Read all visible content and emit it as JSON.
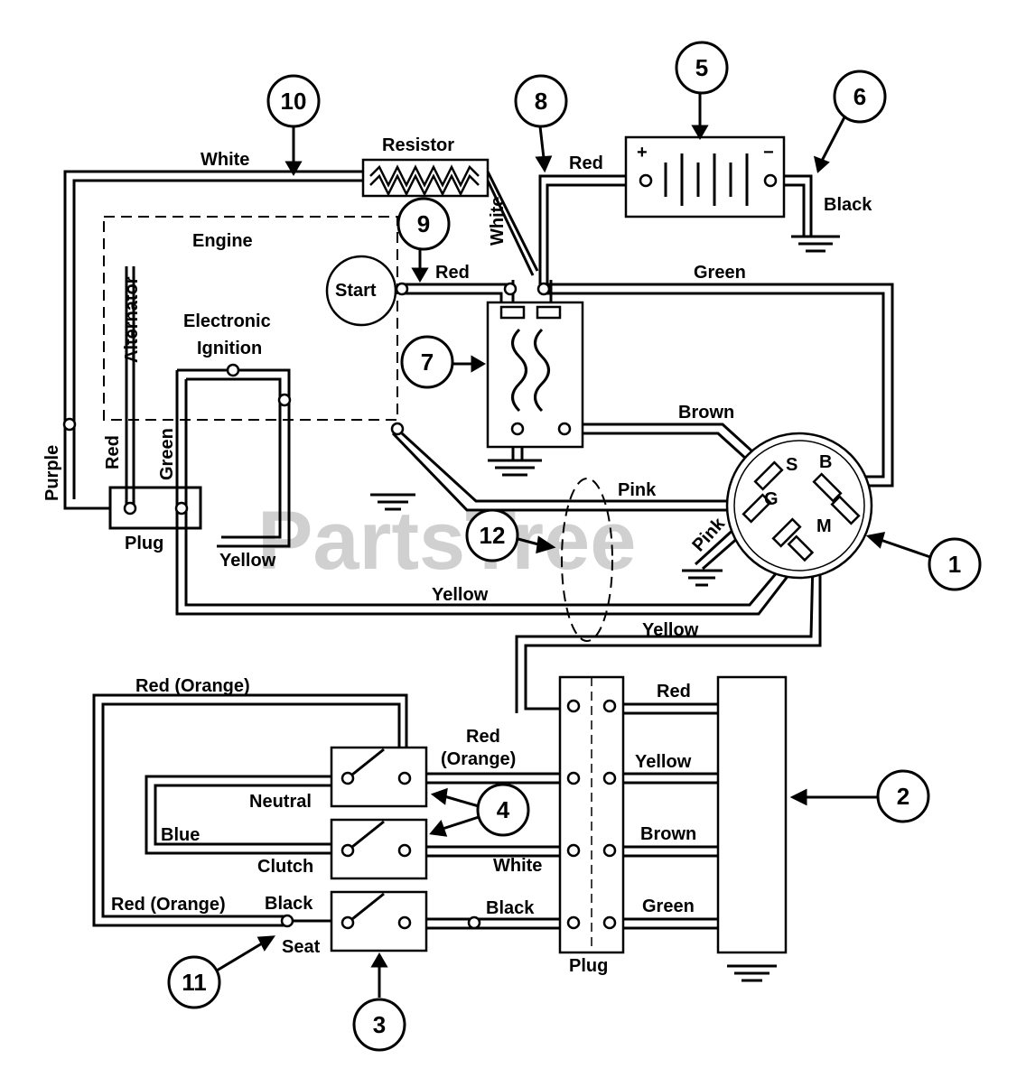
{
  "watermark": "PartsTree",
  "callouts": [
    "1",
    "2",
    "3",
    "4",
    "5",
    "6",
    "7",
    "8",
    "9",
    "10",
    "11",
    "12"
  ],
  "labels": {
    "white_top": "White",
    "resistor": "Resistor",
    "red_battery": "Red",
    "black_ground": "Black",
    "engine": "Engine",
    "white_vert": "White",
    "start": "Start",
    "red_start": "Red",
    "green_top": "Green",
    "electronic": "Electronic",
    "ignition": "Ignition",
    "alternator": "Alternator",
    "red_alt": "Red",
    "green_alt": "Green",
    "purple": "Purple",
    "plug_left": "Plug",
    "brown_top": "Brown",
    "pink_top": "Pink",
    "pink_diag": "Pink",
    "yellow_ign": "Yellow",
    "yellow_mid": "Yellow",
    "yellow_right": "Yellow",
    "key_s": "S",
    "key_b": "B",
    "key_g": "G",
    "key_m": "M",
    "red_orange_top": "Red (Orange)",
    "red_orange_mid1": "Red",
    "red_orange_mid2": "(Orange)",
    "red_conn": "Red",
    "yellow_conn": "Yellow",
    "neutral": "Neutral",
    "blue": "Blue",
    "brown_conn": "Brown",
    "clutch": "Clutch",
    "white_conn": "White",
    "red_orange_bottom": "Red (Orange)",
    "black_seat": "Black",
    "black_mid": "Black",
    "green_conn": "Green",
    "seat": "Seat",
    "plug_bottom": "Plug"
  }
}
